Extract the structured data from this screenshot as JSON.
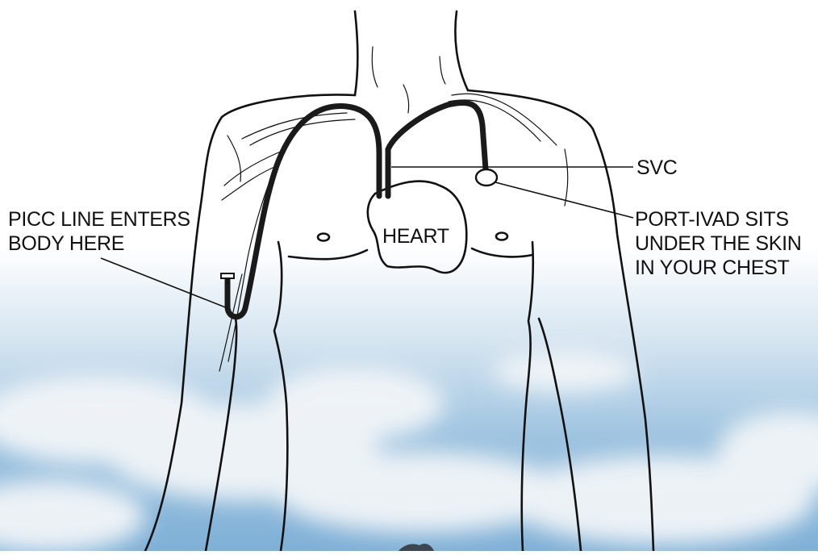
{
  "labels": {
    "picc": [
      "PICC LINE ENTERS",
      "BODY HERE"
    ],
    "heart": "HEART",
    "svc": "SVC",
    "port": [
      "PORT-IVAD SITS",
      "UNDER THE SKIN",
      "IN YOUR CHEST"
    ]
  },
  "colors": {
    "sky_top": "#ffffff",
    "sky_bottom": "#7fb0d6",
    "cloud": "#f2f5f8",
    "line_art": "#111111",
    "catheter": "#1a1a1a"
  }
}
